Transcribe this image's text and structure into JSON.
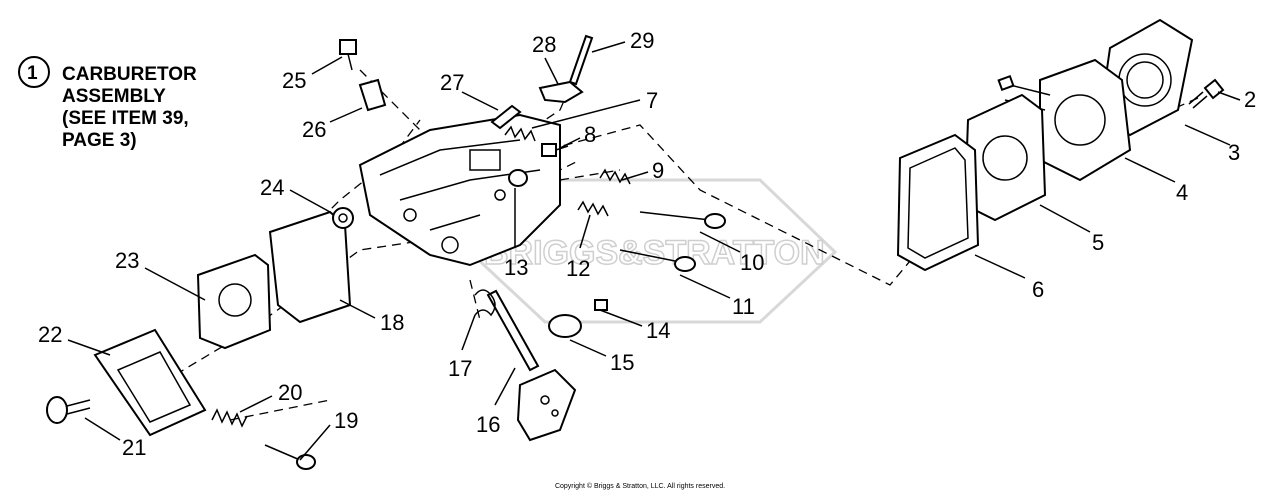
{
  "assembly": {
    "number": "1",
    "lines": [
      "CARBURETOR",
      "ASSEMBLY",
      "(SEE ITEM 39,",
      "PAGE 3)"
    ]
  },
  "watermark": "BRIGGS&STRATTON",
  "copyright": "Copyright © Briggs & Stratton, LLC. All rights reserved.",
  "callouts": [
    {
      "id": "2",
      "label": "2"
    },
    {
      "id": "3",
      "label": "3"
    },
    {
      "id": "4",
      "label": "4"
    },
    {
      "id": "5",
      "label": "5"
    },
    {
      "id": "6",
      "label": "6"
    },
    {
      "id": "7",
      "label": "7"
    },
    {
      "id": "8",
      "label": "8"
    },
    {
      "id": "9",
      "label": "9"
    },
    {
      "id": "10",
      "label": "10"
    },
    {
      "id": "11",
      "label": "11"
    },
    {
      "id": "12",
      "label": "12"
    },
    {
      "id": "13",
      "label": "13"
    },
    {
      "id": "14",
      "label": "14"
    },
    {
      "id": "15",
      "label": "15"
    },
    {
      "id": "16",
      "label": "16"
    },
    {
      "id": "17",
      "label": "17"
    },
    {
      "id": "18",
      "label": "18"
    },
    {
      "id": "19",
      "label": "19"
    },
    {
      "id": "20",
      "label": "20"
    },
    {
      "id": "21",
      "label": "21"
    },
    {
      "id": "22",
      "label": "22"
    },
    {
      "id": "23",
      "label": "23"
    },
    {
      "id": "24",
      "label": "24"
    },
    {
      "id": "25",
      "label": "25"
    },
    {
      "id": "26",
      "label": "26"
    },
    {
      "id": "27",
      "label": "27"
    },
    {
      "id": "28",
      "label": "28"
    },
    {
      "id": "29",
      "label": "29"
    }
  ]
}
